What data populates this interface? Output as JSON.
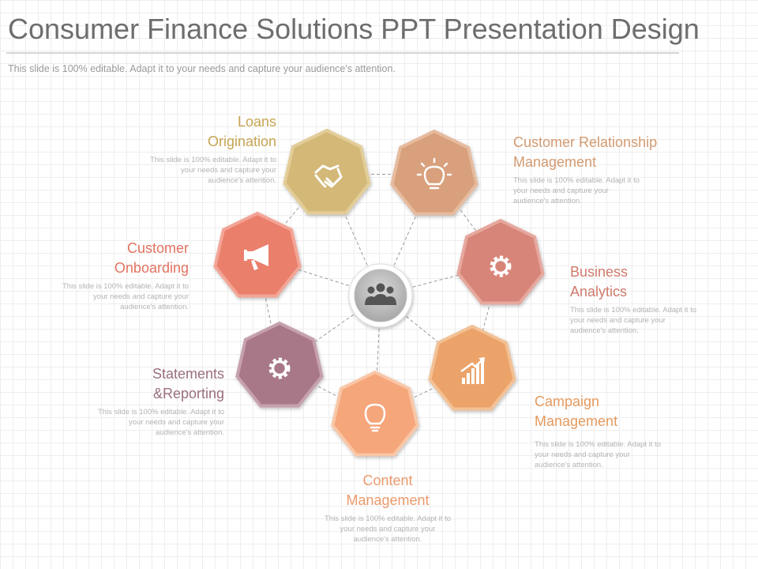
{
  "title": "Consumer Finance Solutions PPT Presentation Design",
  "subtitle": "This slide is 100% editable. Adapt it to your needs and capture your audience's attention.",
  "center": {
    "icon": "team-icon",
    "color": "#9e9e9e"
  },
  "nodes": [
    {
      "id": "loans-origination",
      "title_lines": [
        "Loans",
        "Origination"
      ],
      "body_lines": [
        "This slide is 100% editable. Adapt it to",
        "your needs and capture your",
        "audience's attention."
      ],
      "icon": "handshake-icon",
      "color": "#d3b878",
      "text_color": "#c7a452"
    },
    {
      "id": "customer-relationship-management",
      "title_lines": [
        "Customer Relationship",
        "Management"
      ],
      "body_lines": [
        "This slide is 100% editable. Adapt it to",
        "your needs and capture your",
        "audience's attention."
      ],
      "icon": "lightbulb-idea-icon",
      "color": "#d8a07c",
      "text_color": "#d39a70"
    },
    {
      "id": "business-analytics",
      "title_lines": [
        "Business",
        "Analytics"
      ],
      "body_lines": [
        "This slide is 100% editable. Adapt it to",
        "your needs and capture your",
        "audience's attention."
      ],
      "icon": "gear-icon",
      "color": "#d88579",
      "text_color": "#cf7a6c"
    },
    {
      "id": "campaign-management",
      "title_lines": [
        "Campaign",
        "Management"
      ],
      "body_lines": [
        "This slide is 100% editable. Adapt it to",
        "your needs and capture your",
        "audience's attention."
      ],
      "icon": "growth-chart-icon",
      "color": "#eba36a",
      "text_color": "#e49a5f"
    },
    {
      "id": "content-management",
      "title_lines": [
        "Content",
        "Management"
      ],
      "body_lines": [
        "This slide is 100% editable. Adapt it to",
        "your needs and capture your",
        "audience's attention."
      ],
      "icon": "lightbulb-icon",
      "color": "#f5a67a",
      "text_color": "#eb9a6c"
    },
    {
      "id": "statements-reporting",
      "title_lines": [
        "Statements",
        "&Reporting"
      ],
      "body_lines": [
        "This slide is 100% editable. Adapt it to",
        "your needs and capture your",
        "audience's attention."
      ],
      "icon": "gear-icon",
      "color": "#a87888",
      "text_color": "#9a6e7e"
    },
    {
      "id": "customer-onboarding",
      "title_lines": [
        "Customer",
        "Onboarding"
      ],
      "body_lines": [
        "This slide is 100% editable. Adapt it to",
        "your needs and capture your",
        "audience's attention."
      ],
      "icon": "megaphone-icon",
      "color": "#ea7f6c",
      "text_color": "#e27360"
    }
  ]
}
